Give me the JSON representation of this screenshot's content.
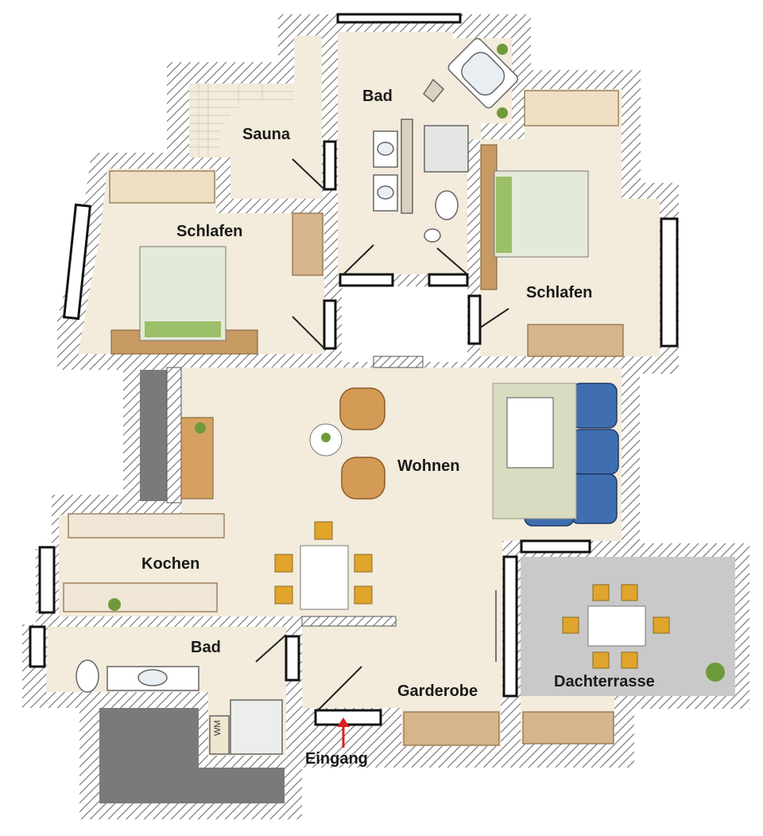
{
  "rooms": {
    "sauna": "Sauna",
    "bad_top": "Bad",
    "schlafen_left": "Schlafen",
    "schlafen_right": "Schlafen",
    "wohnen": "Wohnen",
    "kochen": "Kochen",
    "bad_bottom": "Bad",
    "garderobe": "Garderobe",
    "dachterrasse": "Dachterrasse"
  },
  "labels": {
    "eingang": "Eingang",
    "wm": "WM"
  },
  "colors": {
    "floor": "#f3ebdb",
    "wall_hatch": "#8a8a8a",
    "terrace": "#c9c9c9",
    "storage": "#7a7a7a",
    "sofa": "#3f6fb0",
    "chair": "#e0a52a",
    "bed_cover": "#dfe8cf",
    "wood": "#c79a64",
    "entrance_arrow": "#d62020"
  }
}
